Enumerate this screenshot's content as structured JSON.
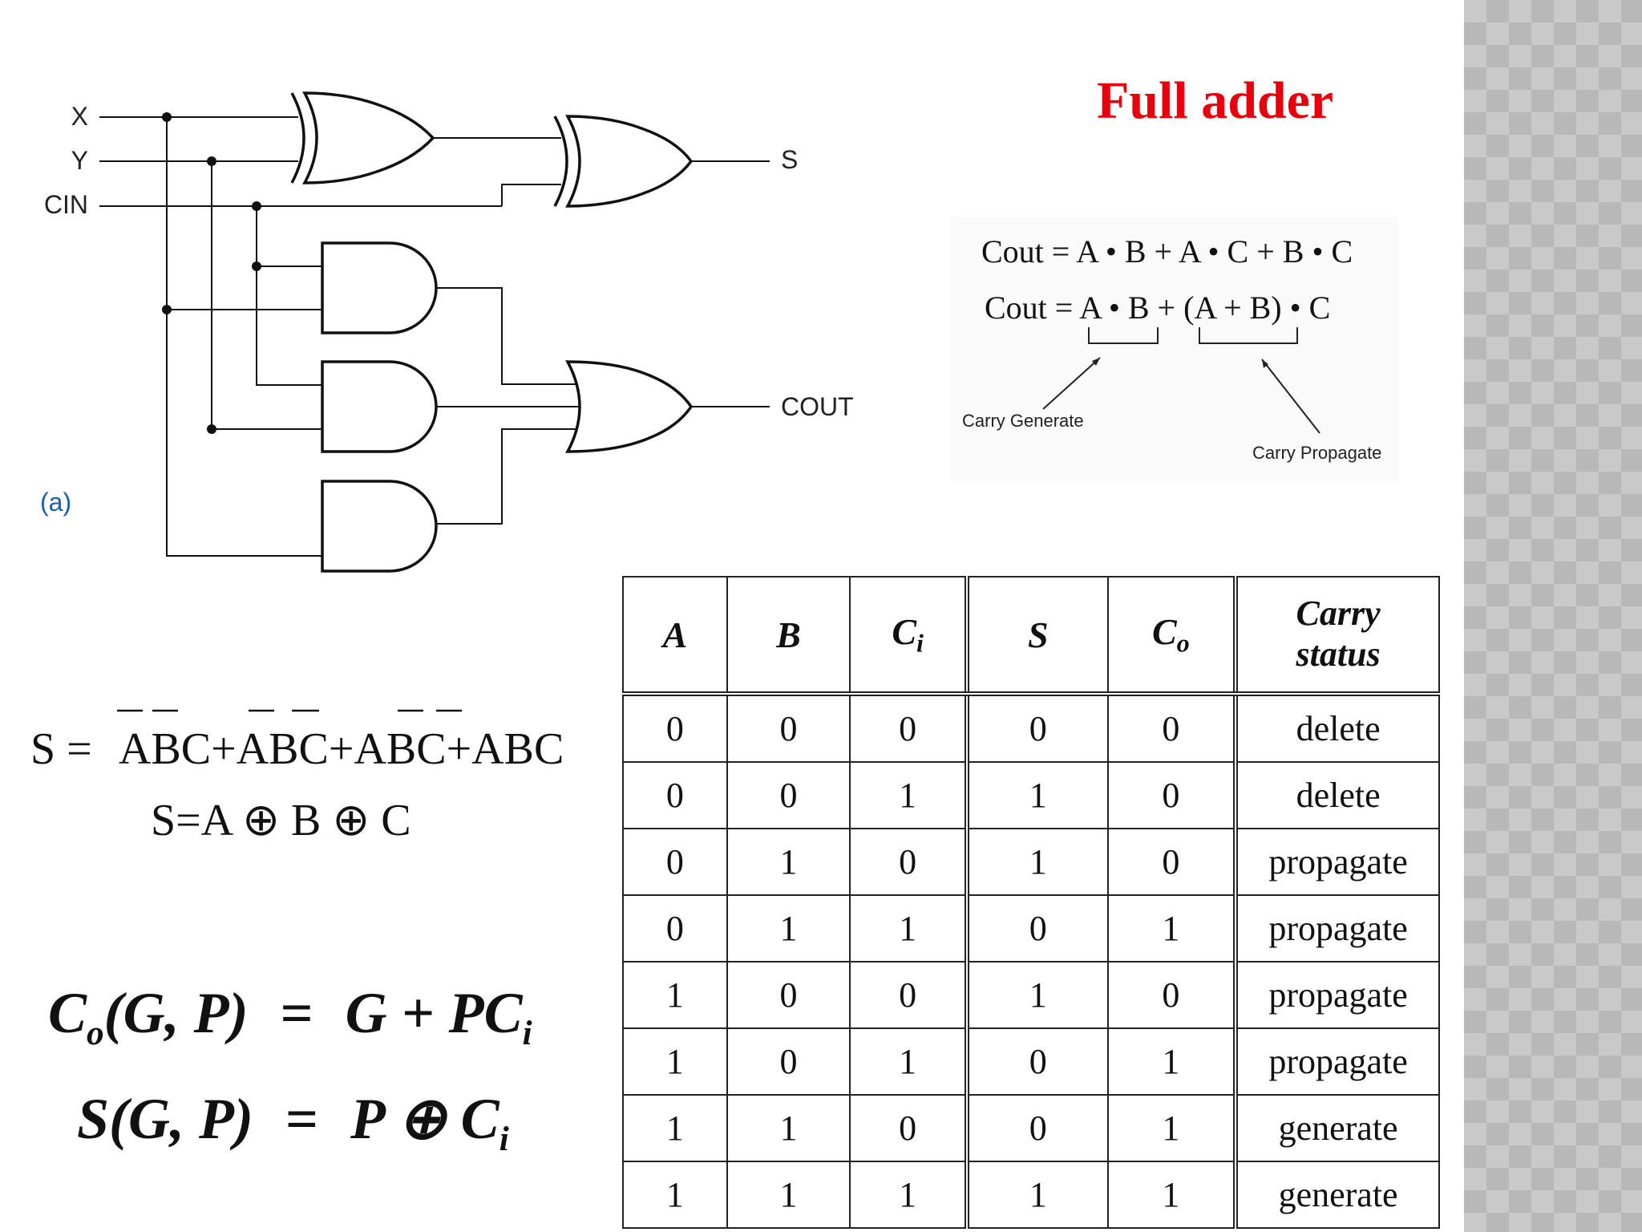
{
  "title": "Full adder",
  "circuit": {
    "inputs": [
      "X",
      "Y",
      "CIN"
    ],
    "outputs": [
      "S",
      "COUT"
    ],
    "caption": "(a)"
  },
  "cout_equations": {
    "eq1": "Cout = A • B + A • C + B • C",
    "eq2": "Cout = A • B + (A + B) • C",
    "note_generate": "Carry Generate",
    "note_propagate": "Carry Propagate"
  },
  "sum_equations": {
    "expanded_prefix": "S =",
    "expanded_terms": "ABC+ABC+ABC+ABC",
    "xor_form": "S=A ⊕ B ⊕ C"
  },
  "gp_equations": {
    "co_lhs": "C",
    "co_lhs_sub": "o",
    "co_lhs_args": "(G, P)",
    "co_eq": "=",
    "co_rhs": "G + PC",
    "co_rhs_sub": "i",
    "s_lhs": "S(G, P)",
    "s_eq": "=",
    "s_rhs": "P ⊕ C",
    "s_rhs_sub": "i"
  },
  "truth_table": {
    "headers": [
      {
        "main": "A",
        "sub": ""
      },
      {
        "main": "B",
        "sub": ""
      },
      {
        "main": "C",
        "sub": "i"
      },
      {
        "main": "S",
        "sub": ""
      },
      {
        "main": "C",
        "sub": "o"
      },
      {
        "main": "Carry",
        "line2": "status"
      }
    ],
    "rows": [
      [
        "0",
        "0",
        "0",
        "0",
        "0",
        "delete"
      ],
      [
        "0",
        "0",
        "1",
        "1",
        "0",
        "delete"
      ],
      [
        "0",
        "1",
        "0",
        "1",
        "0",
        "propagate"
      ],
      [
        "0",
        "1",
        "1",
        "0",
        "1",
        "propagate"
      ],
      [
        "1",
        "0",
        "0",
        "1",
        "0",
        "propagate"
      ],
      [
        "1",
        "0",
        "1",
        "0",
        "1",
        "propagate"
      ],
      [
        "1",
        "1",
        "0",
        "0",
        "1",
        "generate"
      ],
      [
        "1",
        "1",
        "1",
        "1",
        "1",
        "generate"
      ]
    ]
  }
}
